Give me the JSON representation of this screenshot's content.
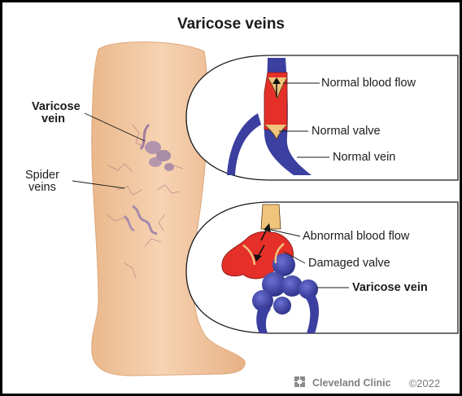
{
  "title": "Varicose veins",
  "leg_labels": {
    "varicose_vein": [
      "Varicose",
      "vein"
    ],
    "spider_veins": [
      "Spider",
      "veins"
    ]
  },
  "normal_panel": {
    "blood_flow": "Normal blood flow",
    "valve": "Normal valve",
    "vein": "Normal vein"
  },
  "abnormal_panel": {
    "blood_flow": "Abnormal blood flow",
    "valve": "Damaged valve",
    "vein": "Varicose vein"
  },
  "credit": {
    "logo_icon": "cleveland-clinic-logo-icon",
    "brand": "Cleveland Clinic",
    "year": "©2022"
  },
  "colors": {
    "skin": "#f1c7a0",
    "vein_blue": "#3b3f9f",
    "vein_red": "#e5302a",
    "outline": "#1a1a1a"
  }
}
